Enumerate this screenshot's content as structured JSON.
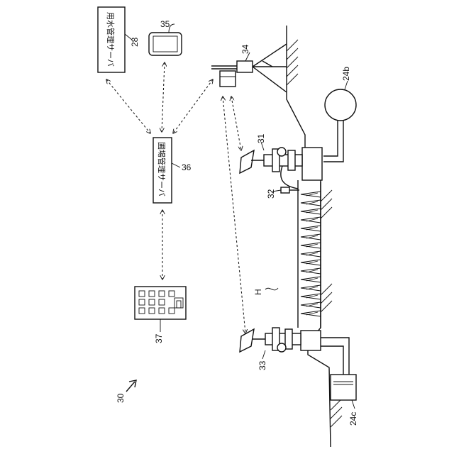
{
  "labels": {
    "ref_28": "28",
    "ref_35": "35",
    "ref_34": "34",
    "ref_24b": "24b",
    "ref_36": "36",
    "ref_31": "31",
    "ref_32": "32",
    "ref_h": "H",
    "ref_37": "37",
    "ref_33": "33",
    "ref_30": "30",
    "ref_24c": "24c"
  },
  "boxes": {
    "water_server": "用水管理サーバ",
    "field_server": "圃場管理サーバ"
  }
}
